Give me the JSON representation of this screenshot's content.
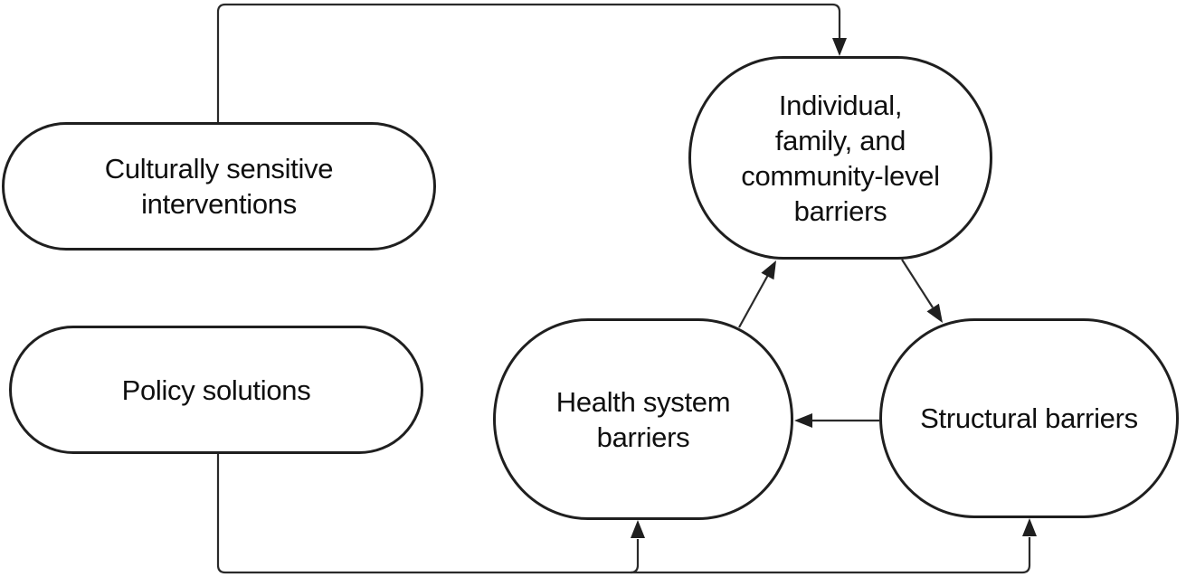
{
  "diagram": {
    "background_color": "#ffffff",
    "node_border_color": "#1f1f1f",
    "edge_color": "#2a2a2a",
    "text_color": "#0f0f0f",
    "nodes": {
      "culturally": {
        "label": "Culturally sensitive\ninterventions",
        "shape": "stadium"
      },
      "policy": {
        "label": "Policy solutions",
        "shape": "stadium"
      },
      "individual": {
        "label": "Individual,\nfamily, and\ncommunity-level\nbarriers",
        "shape": "rounded"
      },
      "health": {
        "label": "Health system\nbarriers",
        "shape": "rounded"
      },
      "structural": {
        "label": "Structural barriers",
        "shape": "rounded"
      }
    },
    "edges": [
      {
        "from": "Culturally sensitive interventions",
        "to": "Individual, family, and community-level barriers",
        "type": "arrow"
      },
      {
        "from": "Policy solutions",
        "to": "Health system barriers",
        "type": "arrow"
      },
      {
        "from": "Policy solutions",
        "to": "Structural barriers",
        "type": "arrow"
      },
      {
        "from": "Health system barriers",
        "to": "Individual, family, and community-level barriers",
        "type": "arrow"
      },
      {
        "from": "Individual, family, and community-level barriers",
        "to": "Structural barriers",
        "type": "arrow"
      },
      {
        "from": "Structural barriers",
        "to": "Health system barriers",
        "type": "arrow"
      }
    ]
  }
}
